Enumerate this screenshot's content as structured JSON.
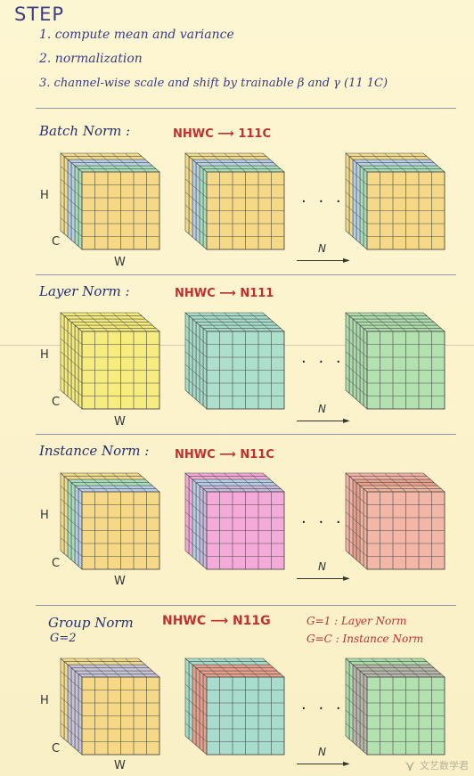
{
  "header": {
    "title": "STEP",
    "steps": [
      "1. compute mean and variance",
      "2. normalization",
      "3. channel-wise scale and shift by trainable β and γ (11 1C)"
    ]
  },
  "sections": [
    {
      "title": "Batch Norm :",
      "formula": "NHWC ⟶ 111C",
      "axes": {
        "h": "H",
        "c": "C",
        "w": "W",
        "n": "N"
      },
      "cube_colors": [
        {
          "top": [
            "#a6deb8",
            "#b7cfe6",
            "#f0db8a"
          ],
          "side": [
            "#a6deb8",
            "#b7cfe6",
            "#f0db8a"
          ],
          "front": "#f5d987"
        },
        {
          "top": [
            "#a6deb8",
            "#b7cfe6",
            "#f0db8a"
          ],
          "side": [
            "#a6deb8",
            "#b7cfe6",
            "#f0db8a"
          ],
          "front": "#f5d987"
        },
        {
          "top": [
            "#a6deb8",
            "#b7cfe6",
            "#f0db8a"
          ],
          "side": [
            "#a6deb8",
            "#b7cfe6",
            "#f0db8a"
          ],
          "front": "#f5d987"
        }
      ]
    },
    {
      "title": "Layer Norm :",
      "formula": "NHWC ⟶ N111",
      "axes": {
        "h": "H",
        "c": "C",
        "w": "W",
        "n": "N"
      },
      "cube_colors": [
        {
          "top": [
            "#f4ea7a"
          ],
          "side": [
            "#f4ea7a"
          ],
          "front": "#f6ec80"
        },
        {
          "top": [
            "#a5dcc9"
          ],
          "side": [
            "#a5dcc9"
          ],
          "front": "#ace0cc"
        },
        {
          "top": [
            "#acdcaa"
          ],
          "side": [
            "#acdcaa"
          ],
          "front": "#b3e2b0"
        }
      ]
    },
    {
      "title": "Instance Norm :",
      "formula": "NHWC ⟶ N11C",
      "axes": {
        "h": "H",
        "c": "C",
        "w": "W",
        "n": "N"
      },
      "cube_colors": [
        {
          "top": [
            "#b7cfe6",
            "#a6deb8",
            "#f0db8a"
          ],
          "side": [
            "#b7cfe6",
            "#a6deb8",
            "#f0db8a"
          ],
          "front": "#f5d987"
        },
        {
          "top": [
            "#c8b8e0",
            "#b7cfe6",
            "#f2a9d6"
          ],
          "side": [
            "#c8b8e0",
            "#b7cfe6",
            "#f2a9d6"
          ],
          "front": "#f4abd9"
        },
        {
          "top": [
            "#f2b49c",
            "#e8a08c",
            "#f2b3a5"
          ],
          "side": [
            "#f2b49c",
            "#e8a08c",
            "#f2b3a5"
          ],
          "front": "#f3b7a7"
        }
      ]
    },
    {
      "title": "Group Norm",
      "subtitle": "G=2",
      "formula": "NHWC ⟶ N11G",
      "notes": [
        "G=1 : Layer Norm",
        "G=C : Instance Norm"
      ],
      "axes": {
        "h": "H",
        "c": "C",
        "w": "W",
        "n": "N"
      },
      "cube_colors": [
        {
          "top": [
            "#c8c4d8",
            "#c8c4d8",
            "#f0db8a"
          ],
          "side": [
            "#c8c4d8",
            "#c8c4d8",
            "#f0db8a"
          ],
          "front": "#f5d987"
        },
        {
          "top": [
            "#e8a08c",
            "#e8a08c",
            "#a5dcc9"
          ],
          "side": [
            "#e8a08c",
            "#e8a08c",
            "#a5dcc9"
          ],
          "front": "#a8dccc"
        },
        {
          "top": [
            "#b9b6aa",
            "#b9b6aa",
            "#acdcaa"
          ],
          "side": [
            "#b9b6aa",
            "#b9b6aa",
            "#acdcaa"
          ],
          "front": "#b3e2b0"
        }
      ]
    }
  ],
  "ellipsis": "· · ·",
  "watermark": "文艺数学君"
}
